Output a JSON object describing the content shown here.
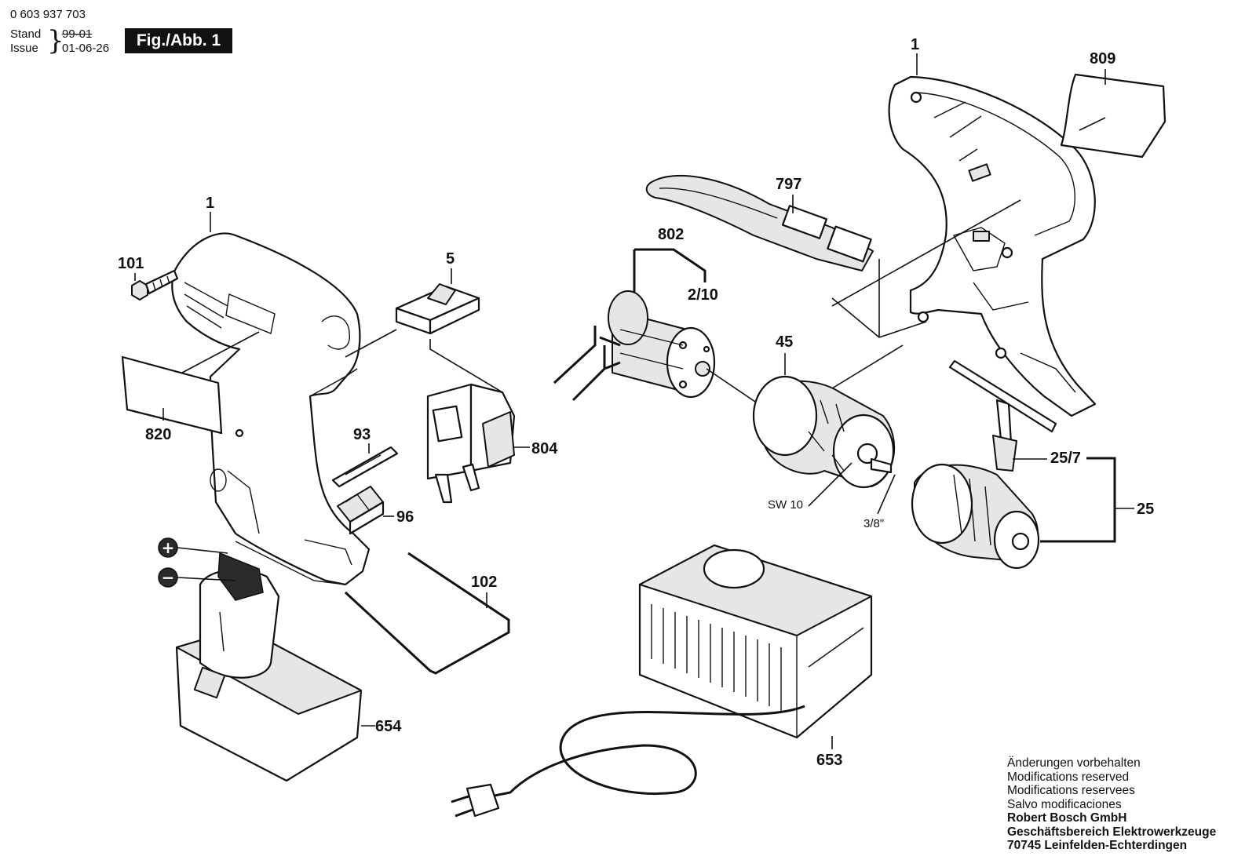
{
  "header": {
    "doc_number": "0 603 937 703",
    "stand_label": "Stand",
    "stand_value_struck": "99-01",
    "issue_label": "Issue",
    "issue_value": "01-06-26",
    "figure_label": "Fig./Abb. 1"
  },
  "parts": [
    {
      "key": "housing_right",
      "label": "1"
    },
    {
      "key": "housing_left",
      "label": "1"
    },
    {
      "key": "screw",
      "label": "101"
    },
    {
      "key": "slider",
      "label": "5"
    },
    {
      "key": "nameplate_left",
      "label": "820"
    },
    {
      "key": "nameplate_right",
      "label": "809"
    },
    {
      "key": "belt_clip",
      "label": "797"
    },
    {
      "key": "motor",
      "label": "802"
    },
    {
      "key": "motor_ref",
      "label": "2/10"
    },
    {
      "key": "gearbox",
      "label": "45"
    },
    {
      "key": "switch",
      "label": "804"
    },
    {
      "key": "bit",
      "label": "93"
    },
    {
      "key": "bit_holder",
      "label": "96"
    },
    {
      "key": "wire_loop",
      "label": "102"
    },
    {
      "key": "chuck_key",
      "label": "25/7"
    },
    {
      "key": "chuck",
      "label": "25"
    },
    {
      "key": "battery",
      "label": "654"
    },
    {
      "key": "charger",
      "label": "653"
    }
  ],
  "annotations": {
    "wrench_size": "SW 10",
    "thread": "3/8\""
  },
  "battery_terminals": {
    "plus": "+",
    "minus": "−"
  },
  "footer": {
    "line1": "Änderungen vorbehalten",
    "line2": "Modifications reserved",
    "line3": "Modifications reservees",
    "line4": "Salvo modificaciones",
    "company": "Robert Bosch GmbH",
    "division": "Geschäftsbereich Elektrowerkzeuge",
    "address": "70745 Leinfelden-Echterdingen"
  }
}
